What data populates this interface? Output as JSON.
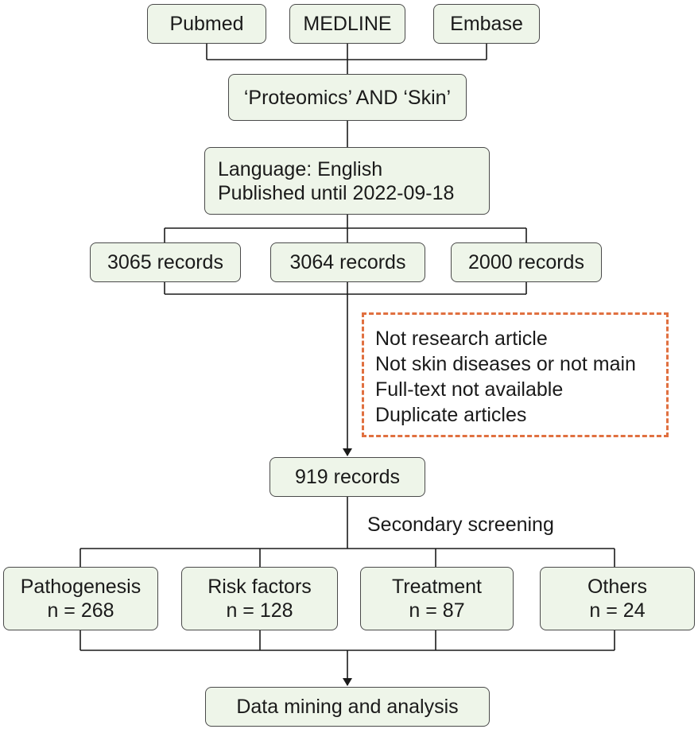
{
  "sources": [
    "Pubmed",
    "MEDLINE",
    "Embase"
  ],
  "query": "‘Proteomics’ AND ‘Skin’",
  "filters": [
    "Language: English",
    "Published until  2022-09-18"
  ],
  "databases_records": [
    "3065  records",
    "3064 records",
    "2000 records"
  ],
  "exclusion_criteria": [
    "Not research article",
    "Not skin diseases or not main",
    "Full-text not available",
    "Duplicate articles"
  ],
  "screened": "919  records",
  "secondary_label": "Secondary screening",
  "categories": [
    {
      "name": "Pathogenesis",
      "count": "n =  268"
    },
    {
      "name": "Risk factors",
      "count": "n = 128"
    },
    {
      "name": "Treatment",
      "count": "n = 87"
    },
    {
      "name": "Others",
      "count": "n = 24"
    }
  ],
  "final": "Data mining and analysis",
  "colors": {
    "box_fill": "#eef5e9",
    "box_border": "#4a4a4a",
    "dashed_border": "#e07040",
    "line": "#1a1a1a"
  }
}
